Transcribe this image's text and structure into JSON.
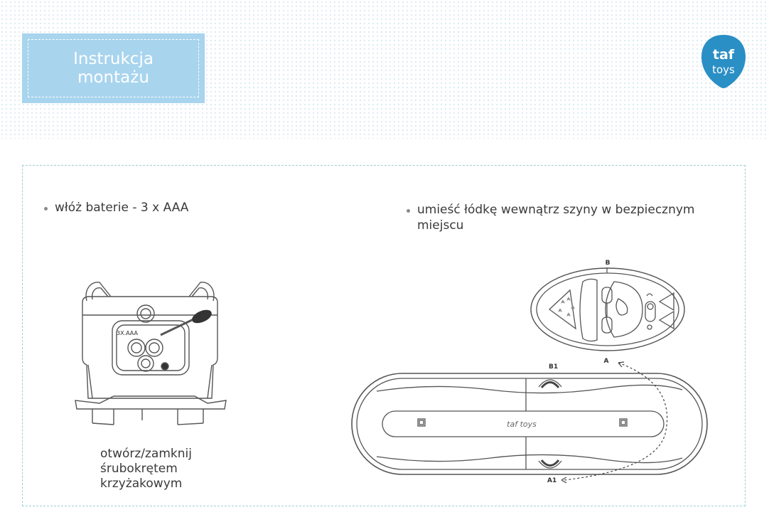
{
  "header": {
    "title": "Instrukcja\nmontażu"
  },
  "logo": {
    "top": "taf",
    "bottom": "toys",
    "color": "#2a8fc5"
  },
  "steps": [
    {
      "text": "włóż baterie  -  3 x AAA"
    },
    {
      "text": "umieść łódkę wewnątrz szyny w bezpiecznym miejscu"
    }
  ],
  "battery_caption": "otwórz/zamknij\nśrubokrętem\nkrzyżakowym",
  "battery_figure": {
    "label": "3X.AAA"
  },
  "rail_figure": {
    "label_B": "B",
    "label_A": "A",
    "label_B1": "B1",
    "label_A1": "A1",
    "brand": "taf toys"
  },
  "colors": {
    "title_bg": "#a8d4ee",
    "frame_border": "#9fcfd6",
    "line_art": "#555555"
  }
}
